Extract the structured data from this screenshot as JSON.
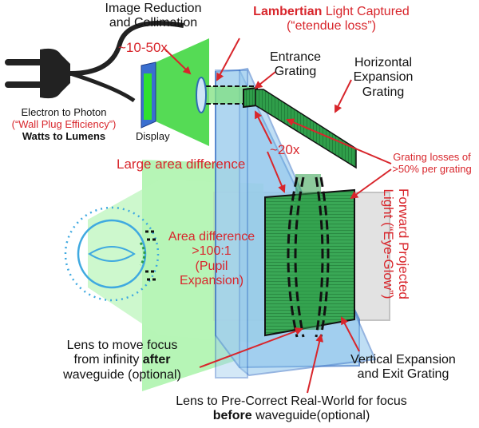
{
  "labels": {
    "image_reduction_line1": "Image Reduction",
    "image_reduction_line2": "and Collimation",
    "lambertian_bold": "Lambertian",
    "lambertian_rest": " Light Captured",
    "etendue": "(“etendue loss”)",
    "reduction_factor": "~10-50x",
    "entrance_line1": "Entrance",
    "entrance_line2": "Grating",
    "horizontal_line1": "Horizontal",
    "horizontal_line2": "Expansion",
    "horizontal_line3": "Grating",
    "electron_to_photon": "Electron to Photon",
    "wall_plug": "(“Wall Plug Efficiency”)",
    "watts_to_lumens": "Watts to Lumens",
    "display": "Display",
    "factor_20x": "~20x",
    "grating_losses_line1": "Grating losses of",
    "grating_losses_line2": ">50% per grating",
    "large_area": "Large area difference",
    "forward_line1": "Forward Projected",
    "forward_line2": "Light (“Eye-Glow”)",
    "area_diff_line1": "Area difference",
    "area_diff_line2": ">100:1",
    "area_diff_line3": "(Pupil",
    "area_diff_line4": "Expansion)",
    "lens_focus_line1": "Lens to move focus",
    "lens_focus_line2a": "from infinity ",
    "lens_focus_line2b": "after",
    "lens_focus_line3": "waveguide (optional)",
    "vertical_line1": "Vertical Expansion",
    "vertical_line2": "and Exit Grating",
    "precorrect_line1": "Lens to Pre-Correct Real-World for focus",
    "precorrect_line2a": "before",
    "precorrect_line2b": " waveguide(optional)"
  },
  "colors": {
    "label_red": "#d8262c",
    "label_black": "#111111",
    "light_green": "#8eef8e",
    "bright_green": "#33d633",
    "dark_green": "#1f8a3a",
    "waveguide_blue": "#a7d3ef",
    "waveguide_edge": "#3f78c8",
    "gray_panel": "#d9d9d9",
    "eye_blue": "#3fa9e0"
  },
  "icons": {
    "plug": "power-plug-icon",
    "eye": "eye-icon"
  }
}
